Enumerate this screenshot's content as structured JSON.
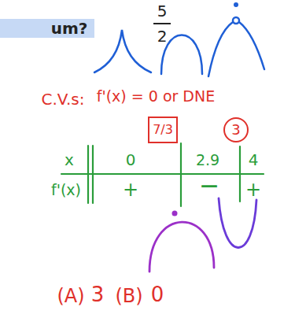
{
  "diagram": {
    "labels": [
      "um?",
      "5",
      "2",
      "C.V.s:",
      "f'(x) = 0 or DNE",
      "7/3",
      "3",
      "x",
      "f'(x)",
      "0",
      "2.9",
      "4",
      "+",
      "—",
      "+",
      "(A)",
      "3",
      "(B)",
      "0"
    ]
  }
}
